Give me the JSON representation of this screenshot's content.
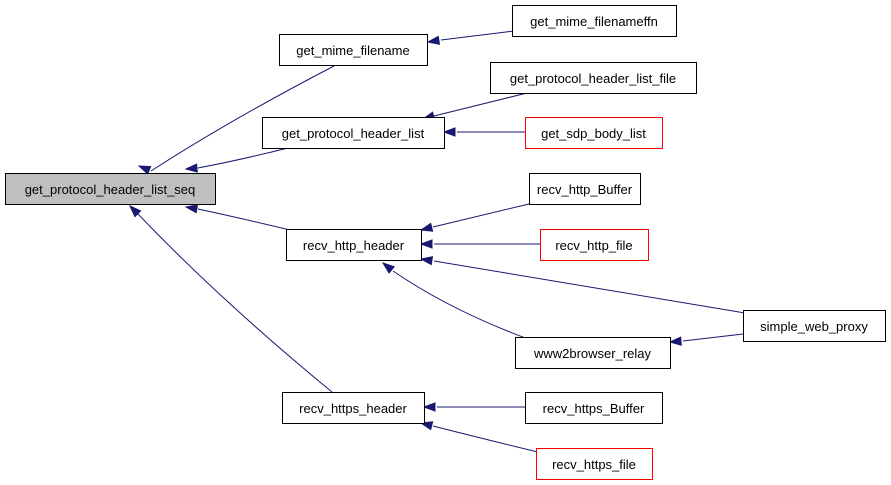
{
  "diagram": {
    "colors": {
      "edge": "#191970",
      "root_fill": "#bfbfbf",
      "node_fill": "#ffffff",
      "node_border": "#000000",
      "truncated_border": "#ff0000"
    },
    "nodes": [
      {
        "id": "get_protocol_header_list_seq",
        "label": "get_protocol_header_list_seq",
        "style": "root"
      },
      {
        "id": "get_mime_filename",
        "label": "get_mime_filename",
        "style": "normal"
      },
      {
        "id": "get_mime_filenameffn",
        "label": "get_mime_filenameffn",
        "style": "normal"
      },
      {
        "id": "get_protocol_header_list",
        "label": "get_protocol_header_list",
        "style": "normal"
      },
      {
        "id": "get_protocol_header_list_file",
        "label": "get_protocol_header_list_file",
        "style": "normal"
      },
      {
        "id": "get_sdp_body_list",
        "label": "get_sdp_body_list",
        "style": "truncated"
      },
      {
        "id": "recv_http_header",
        "label": "recv_http_header",
        "style": "normal"
      },
      {
        "id": "recv_http_Buffer",
        "label": "recv_http_Buffer",
        "style": "normal"
      },
      {
        "id": "recv_http_file",
        "label": "recv_http_file",
        "style": "truncated"
      },
      {
        "id": "simple_web_proxy",
        "label": "simple_web_proxy",
        "style": "normal"
      },
      {
        "id": "www2browser_relay",
        "label": "www2browser_relay",
        "style": "normal"
      },
      {
        "id": "recv_https_header",
        "label": "recv_https_header",
        "style": "normal"
      },
      {
        "id": "recv_https_Buffer",
        "label": "recv_https_Buffer",
        "style": "normal"
      },
      {
        "id": "recv_https_file",
        "label": "recv_https_file",
        "style": "truncated"
      }
    ],
    "edges": [
      {
        "from": "get_mime_filename",
        "to": "get_protocol_header_list_seq"
      },
      {
        "from": "get_protocol_header_list",
        "to": "get_protocol_header_list_seq"
      },
      {
        "from": "recv_http_header",
        "to": "get_protocol_header_list_seq"
      },
      {
        "from": "recv_https_header",
        "to": "get_protocol_header_list_seq"
      },
      {
        "from": "get_mime_filenameffn",
        "to": "get_mime_filename"
      },
      {
        "from": "get_protocol_header_list_file",
        "to": "get_protocol_header_list"
      },
      {
        "from": "get_sdp_body_list",
        "to": "get_protocol_header_list"
      },
      {
        "from": "recv_http_Buffer",
        "to": "recv_http_header"
      },
      {
        "from": "recv_http_file",
        "to": "recv_http_header"
      },
      {
        "from": "simple_web_proxy",
        "to": "recv_http_header"
      },
      {
        "from": "www2browser_relay",
        "to": "recv_http_header"
      },
      {
        "from": "simple_web_proxy",
        "to": "www2browser_relay"
      },
      {
        "from": "recv_https_Buffer",
        "to": "recv_https_header"
      },
      {
        "from": "recv_https_file",
        "to": "recv_https_header"
      }
    ]
  }
}
